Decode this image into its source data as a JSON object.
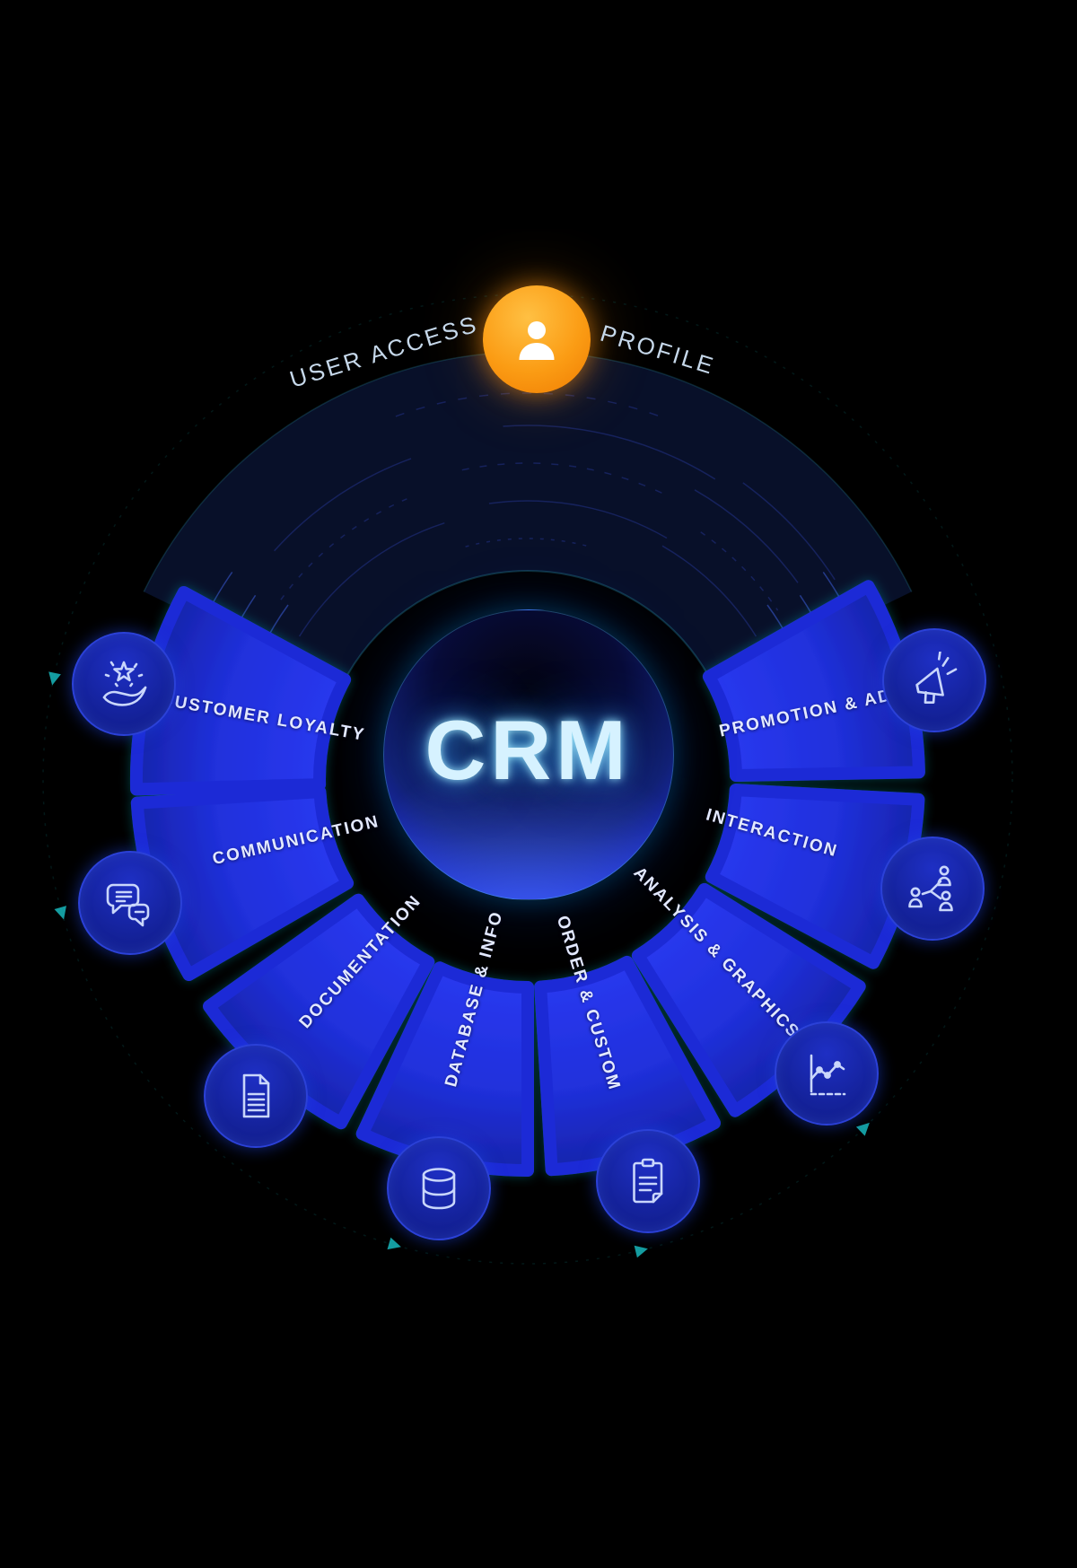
{
  "diagram": {
    "center_label": "CRM",
    "top_ring": {
      "left_label": "USER ACCESS",
      "right_label": "PROFILE",
      "node_icon": "user-icon"
    },
    "segments": [
      {
        "id": "customer-loyalty",
        "label": "CUSTOMER LOYALTY",
        "icon": "hand-star-icon"
      },
      {
        "id": "communication",
        "label": "COMMUNICATION",
        "icon": "chat-bubbles-icon"
      },
      {
        "id": "documentation",
        "label": "DOCUMENTATION",
        "icon": "document-icon"
      },
      {
        "id": "database-info",
        "label": "DATABASE & INFO",
        "icon": "database-icon"
      },
      {
        "id": "order-custom",
        "label": "ORDER & CUSTOM",
        "icon": "clipboard-icon"
      },
      {
        "id": "analysis-graphics",
        "label": "ANALYSIS & GRAPHICS",
        "icon": "line-chart-icon"
      },
      {
        "id": "interaction",
        "label": "INTERACTION",
        "icon": "people-network-icon"
      },
      {
        "id": "promotion-ads",
        "label": "PROMOTION & ADS",
        "icon": "megaphone-icon"
      }
    ],
    "colors": {
      "background": "#000000",
      "wedge_blue": "#2434e0",
      "wedge_dark": "#1623a8",
      "ring_navy": "#081029",
      "icon_stroke": "#c9d6fb",
      "accent_orange": "#f78c12",
      "glow_cyan": "#9fe8ff",
      "label_text": "#e3e9ff",
      "orbit_teal": "#19b9bd"
    }
  }
}
